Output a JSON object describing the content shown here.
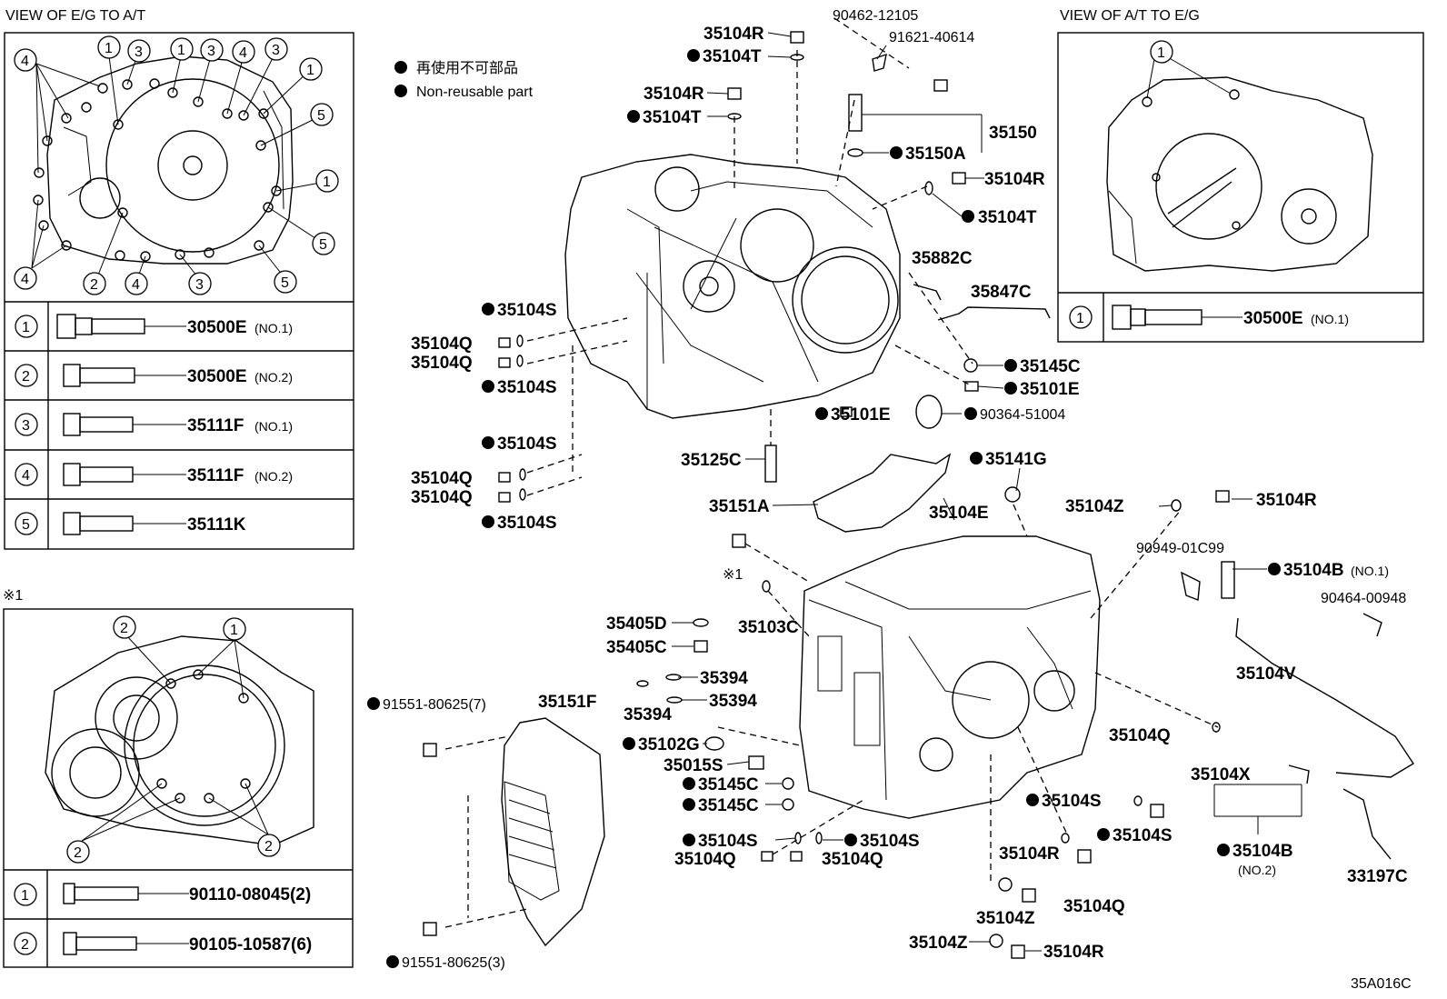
{
  "views": {
    "left_title": "VIEW OF E/G TO A/T",
    "right_title": "VIEW OF A/T TO E/G",
    "note_mark": "※1",
    "note_mark_small": "※1"
  },
  "legend": {
    "jp": "再使用不可部品",
    "en": "Non-reusable part"
  },
  "bolt_table_left": [
    {
      "num": "1",
      "part": "30500E",
      "note": "(NO.1)"
    },
    {
      "num": "2",
      "part": "30500E",
      "note": "(NO.2)"
    },
    {
      "num": "3",
      "part": "35111F",
      "note": "(NO.1)"
    },
    {
      "num": "4",
      "part": "35111F",
      "note": "(NO.2)"
    },
    {
      "num": "5",
      "part": "35111K",
      "note": ""
    }
  ],
  "bolt_table_right": [
    {
      "num": "1",
      "part": "30500E",
      "note": "(NO.1)"
    }
  ],
  "bolt_table_bottom": [
    {
      "num": "1",
      "part": "90110-08045(2)"
    },
    {
      "num": "2",
      "part": "90105-10587(6)"
    }
  ],
  "parts": {
    "p35104R_a": "35104R",
    "p35104T_a": "35104T",
    "p35104R_b": "35104R",
    "p35104T_b": "35104T",
    "p90462": "90462-12105",
    "p91621": "91621-40614",
    "p35150": "35150",
    "p35150A": "35150A",
    "p35104R_c": "35104R",
    "p35104T_c": "35104T",
    "p35882C": "35882C",
    "p35847C": "35847C",
    "p35145C_a": "35145C",
    "p35101E_a": "35101E",
    "p35101E_b": "35101E",
    "p90364": "90364-51004",
    "p35104S_a": "35104S",
    "p35104Q_a": "35104Q",
    "p35104Q_b": "35104Q",
    "p35104S_b": "35104S",
    "p35104S_c": "35104S",
    "p35104Q_c": "35104Q",
    "p35104Q_d": "35104Q",
    "p35104S_d": "35104S",
    "p35125C": "35125C",
    "p35141G": "35141G",
    "p35151A": "35151A",
    "p35104E": "35104E",
    "p35104Z_a": "35104Z",
    "p35104R_d": "35104R",
    "p90949": "90949-01C99",
    "p35104B1": "35104B",
    "p35104B1_note": "(NO.1)",
    "p90464": "90464-00948",
    "p35104V": "35104V",
    "p35103C": "35103C",
    "p35405D": "35405D",
    "p35405C": "35405C",
    "p35394_a": "35394",
    "p35394_b": "35394",
    "p35394_c": "35394",
    "p91551_a": "91551-80625(7)",
    "p35151F": "35151F",
    "p35102G": "35102G",
    "p35015S": "35015S",
    "p35145C_b": "35145C",
    "p35145C_c": "35145C",
    "p35104S_e": "35104S",
    "p35104S_f": "35104S",
    "p35104Q_e": "35104Q",
    "p35104Q_f": "35104Q",
    "p35104Q_g": "35104Q",
    "p35104X": "35104X",
    "p35104S_g": "35104S",
    "p35104S_h": "35104S",
    "p35104R_e": "35104R",
    "p35104B2": "35104B",
    "p35104B2_note": "(NO.2)",
    "p33197C": "33197C",
    "p35104Q_h": "35104Q",
    "p35104Z_b": "35104Z",
    "p35104Z_c": "35104Z",
    "p35104R_f": "35104R",
    "p91551_b": "91551-80625(3)"
  },
  "footer": {
    "code": "35A016C"
  },
  "circle_labels": {
    "l1": "1",
    "l2": "2",
    "l3": "3",
    "l4": "4",
    "l5": "5"
  }
}
